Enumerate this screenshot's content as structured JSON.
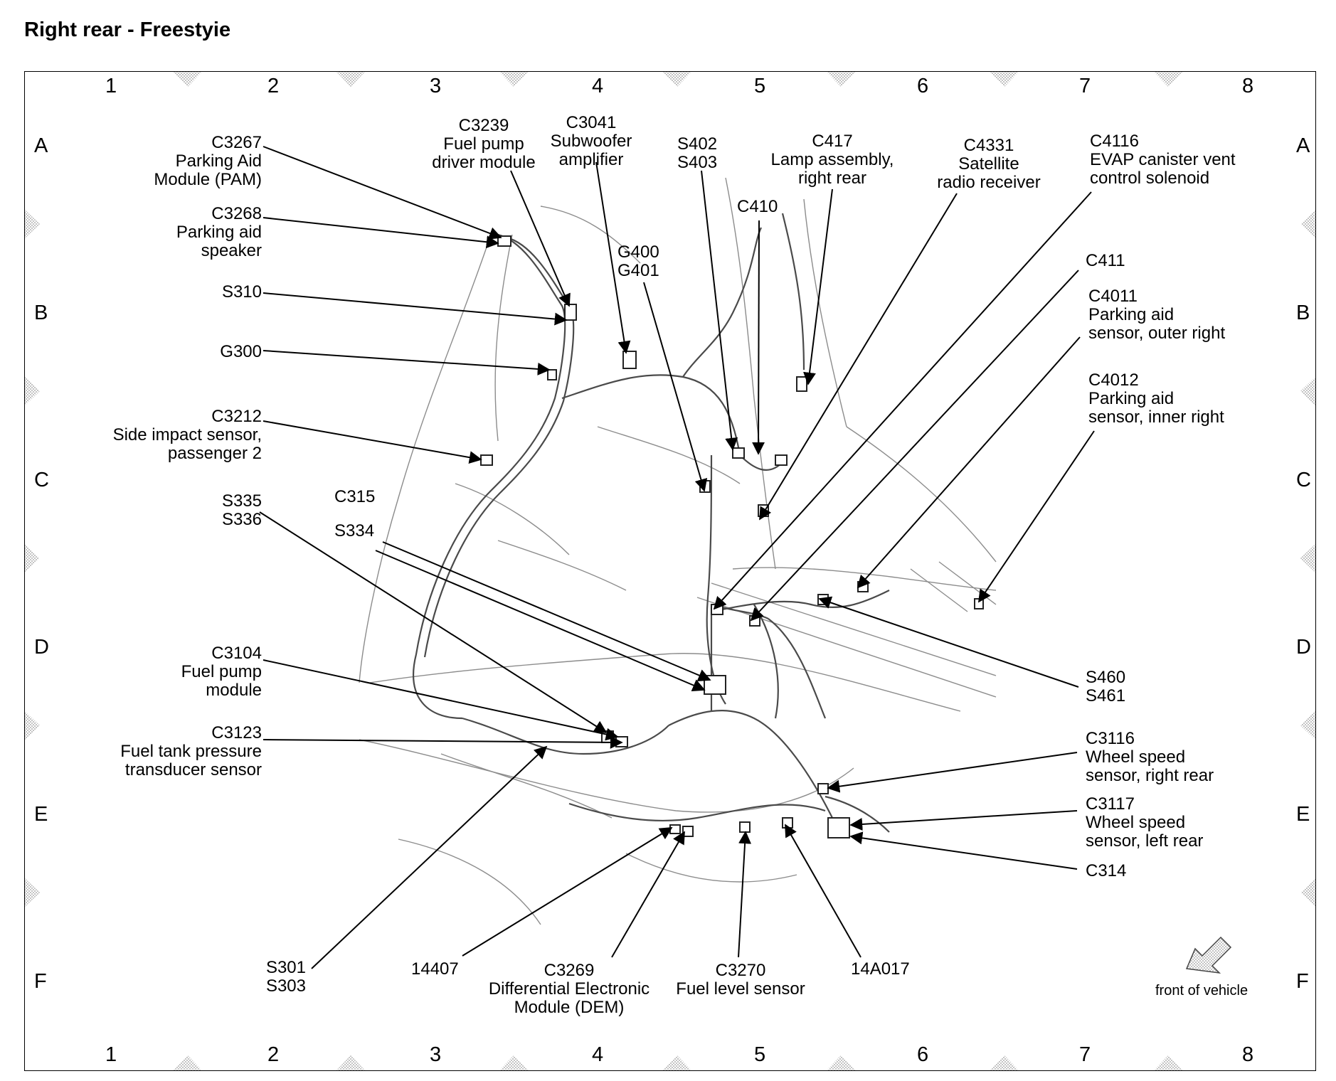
{
  "title": "Right rear - Freestyie",
  "grid": {
    "columns": [
      "1",
      "2",
      "3",
      "4",
      "5",
      "6",
      "7",
      "8"
    ],
    "rows": [
      "A",
      "B",
      "C",
      "D",
      "E",
      "F"
    ]
  },
  "labels": {
    "c3267": [
      "C3267",
      "Parking Aid",
      "Module (PAM)"
    ],
    "c3268": [
      "C3268",
      "Parking aid",
      "speaker"
    ],
    "s310": [
      "S310"
    ],
    "g300": [
      "G300"
    ],
    "c3212": [
      "C3212",
      "Side impact sensor,",
      "passenger 2"
    ],
    "s335_s336": [
      "S335",
      "S336"
    ],
    "c315": [
      "C315"
    ],
    "s334": [
      "S334"
    ],
    "c3104": [
      "C3104",
      "Fuel pump",
      "module"
    ],
    "c3123": [
      "C3123",
      "Fuel tank pressure",
      "transducer sensor"
    ],
    "c3239": [
      "C3239",
      "Fuel pump",
      "driver module"
    ],
    "c3041": [
      "C3041",
      "Subwoofer",
      "amplifier"
    ],
    "g400_g401": [
      "G400",
      "G401"
    ],
    "s402_s403": [
      "S402",
      "S403"
    ],
    "c410": [
      "C410"
    ],
    "c417": [
      "C417",
      "Lamp assembly,",
      "right rear"
    ],
    "c4331": [
      "C4331",
      "Satellite",
      "radio receiver"
    ],
    "c4116": [
      "C4116",
      "EVAP canister vent",
      "control solenoid"
    ],
    "c411": [
      "C411"
    ],
    "c4011": [
      "C4011",
      "Parking aid",
      "sensor, outer right"
    ],
    "c4012": [
      "C4012",
      "Parking aid",
      "sensor, inner right"
    ],
    "s460_s461": [
      "S460",
      "S461"
    ],
    "c3116": [
      "C3116",
      "Wheel speed",
      "sensor, right rear"
    ],
    "c3117": [
      "C3117",
      "Wheel speed",
      "sensor, left rear"
    ],
    "c314": [
      "C314"
    ],
    "s301_s303": [
      "S301",
      "S303"
    ],
    "n14407": [
      "14407"
    ],
    "c3269": [
      "C3269",
      "Differential Electronic",
      "Module (DEM)"
    ],
    "c3270": [
      "C3270",
      "Fuel level sensor"
    ],
    "n14a017": [
      "14A017"
    ]
  },
  "front_of_vehicle": "front of vehicle"
}
